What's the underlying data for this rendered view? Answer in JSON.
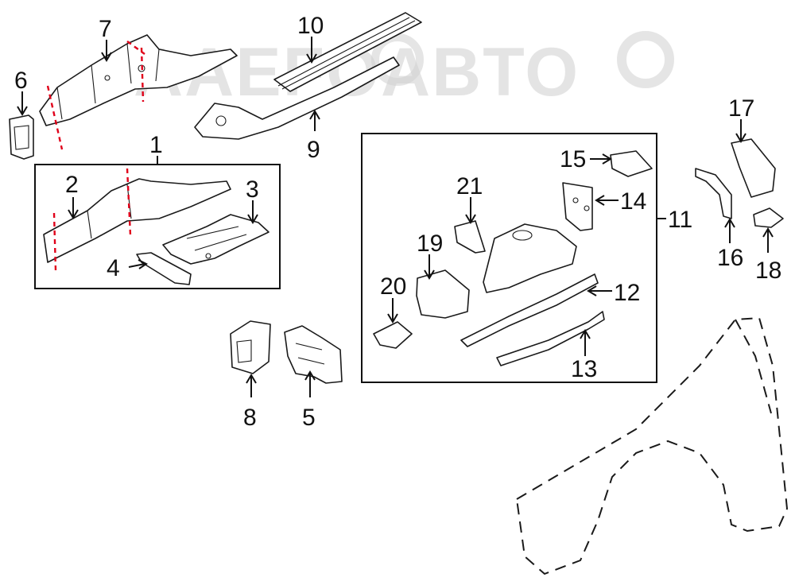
{
  "watermark": "AAEFOABTO",
  "callouts": {
    "c1": "1",
    "c2": "2",
    "c3": "3",
    "c4": "4",
    "c5": "5",
    "c6": "6",
    "c7": "7",
    "c8": "8",
    "c9": "9",
    "c10": "10",
    "c11": "11",
    "c12": "12",
    "c13": "13",
    "c14": "14",
    "c15": "15",
    "c16": "16",
    "c17": "17",
    "c18": "18",
    "c19": "19",
    "c20": "20",
    "c21": "21"
  },
  "colors": {
    "line": "#1a1a1a",
    "cut_line": "#e0001a",
    "watermark": "#cfcfcf"
  }
}
